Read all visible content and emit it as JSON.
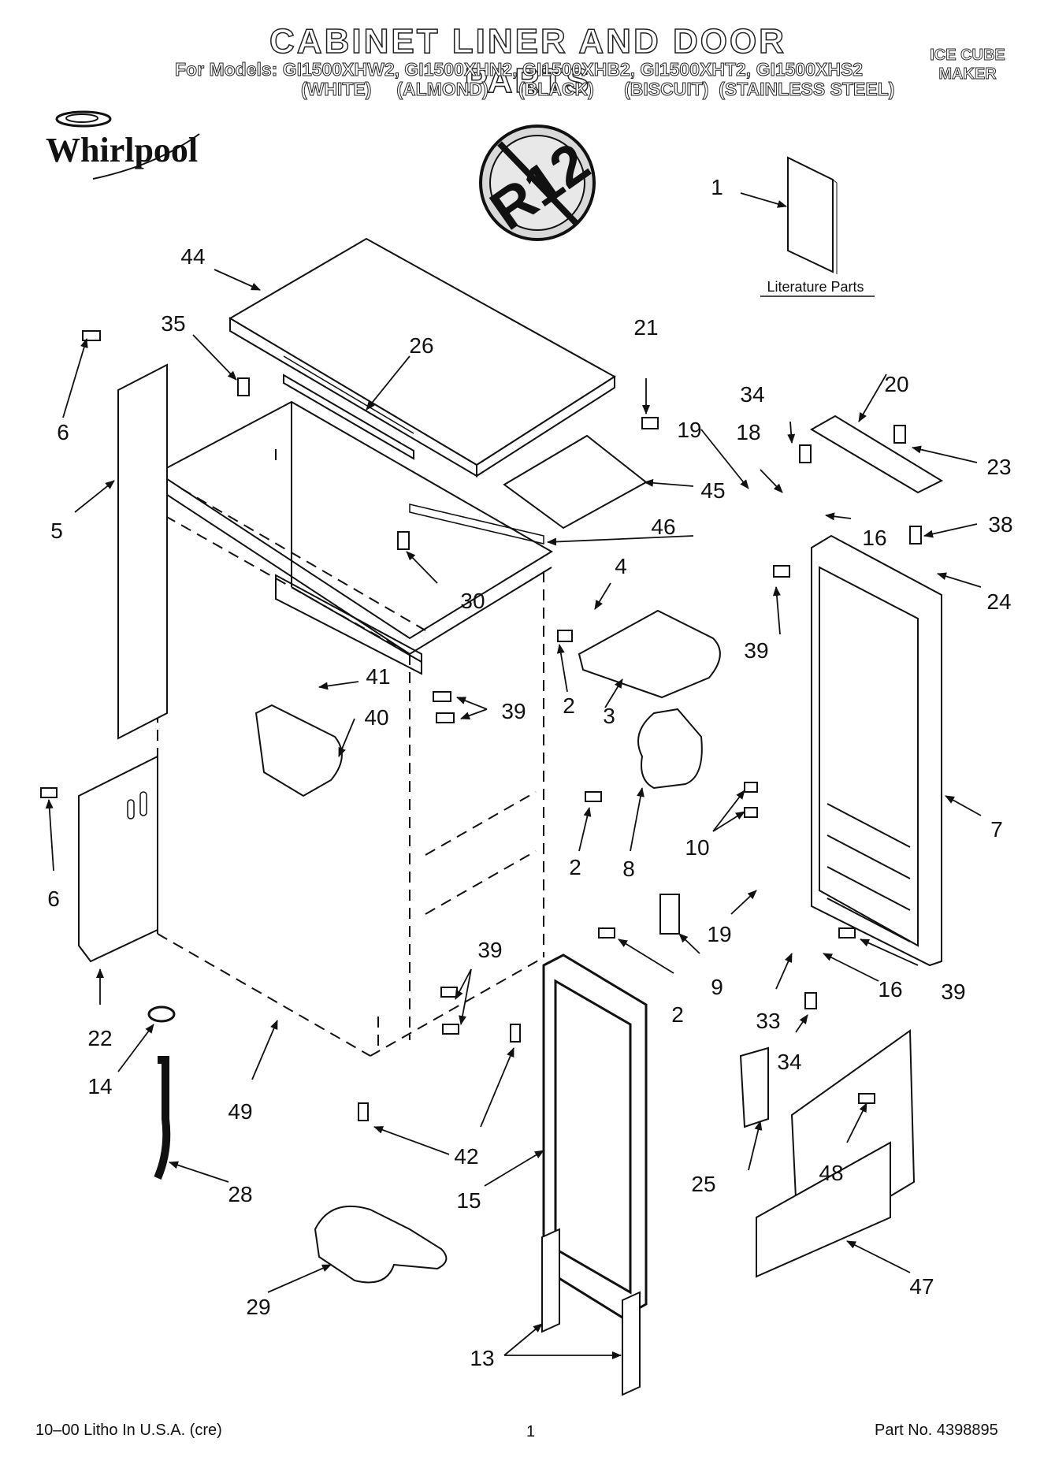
{
  "header": {
    "title": "CABINET LINER AND DOOR PARTS",
    "models": "For Models: GI1500XHW2, GI1500XHN2, GI1500XHB2, GI1500XHT2, GI1500XHS2",
    "colors": "(WHITE)     (ALMOND)      (BLACK)      (BISCUIT)  (STAINLESS STEEL)",
    "product_line1": "ICE CUBE",
    "product_line2": "MAKER"
  },
  "brand": {
    "logo_text": "Whirlpool"
  },
  "badge": {
    "text": "R12",
    "icon": "no-r12-prohibition-icon"
  },
  "literature": {
    "label": "Literature Parts"
  },
  "callouts": {
    "c1": "1",
    "c2a": "2",
    "c2b": "2",
    "c2c": "2",
    "c3": "3",
    "c4": "4",
    "c5": "5",
    "c6a": "6",
    "c6b": "6",
    "c7": "7",
    "c8": "8",
    "c9": "9",
    "c10": "10",
    "c13": "13",
    "c14": "14",
    "c15": "15",
    "c16a": "16",
    "c16b": "16",
    "c18": "18",
    "c19a": "19",
    "c19b": "19",
    "c20": "20",
    "c21": "21",
    "c22": "22",
    "c23": "23",
    "c24": "24",
    "c25": "25",
    "c26": "26",
    "c28": "28",
    "c29": "29",
    "c30": "30",
    "c33": "33",
    "c34a": "34",
    "c34b": "34",
    "c35": "35",
    "c38": "38",
    "c39a": "39",
    "c39b": "39",
    "c39c": "39",
    "c39d": "39",
    "c40": "40",
    "c41": "41",
    "c42": "42",
    "c44": "44",
    "c45": "45",
    "c46": "46",
    "c47": "47",
    "c48": "48",
    "c49": "49"
  },
  "footer": {
    "left": "10–00 Litho In U.S.A. (cre)",
    "page": "1",
    "right": "Part No. 4398895"
  }
}
